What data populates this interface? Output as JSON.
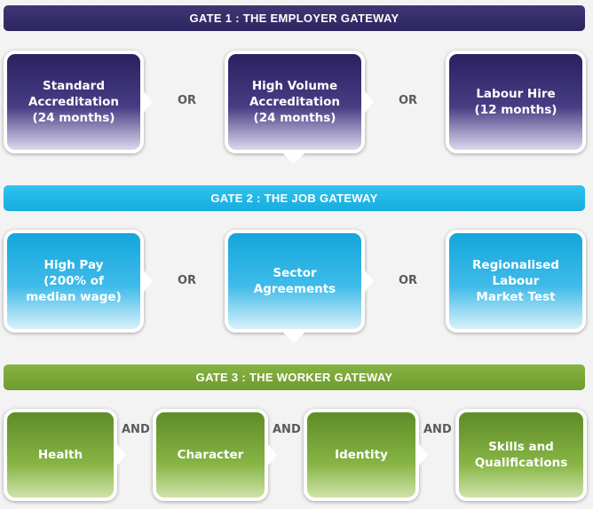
{
  "gates": [
    {
      "title": "GATE 1 : THE EMPLOYER GATEWAY",
      "connector": "OR",
      "boxes": [
        "Standard\nAccreditation\n(24 months)",
        "High Volume\nAccreditation\n(24 months)",
        "Labour Hire\n(12 months)"
      ]
    },
    {
      "title": "GATE 2 : THE JOB GATEWAY",
      "connector": "OR",
      "boxes": [
        "High Pay\n(200% of\nmedian wage)",
        "Sector\nAgreements",
        "Regionalised\nLabour\nMarket Test"
      ]
    },
    {
      "title": "GATE 3 : THE WORKER GATEWAY",
      "connector": "AND",
      "boxes": [
        "Health",
        "Character",
        "Identity",
        "Skills and\nQualifications"
      ]
    }
  ],
  "colors": {
    "gate1": "#2d2560",
    "gate2": "#17acde",
    "gate3": "#6f9b2f",
    "connector_text": "#585a5d"
  }
}
